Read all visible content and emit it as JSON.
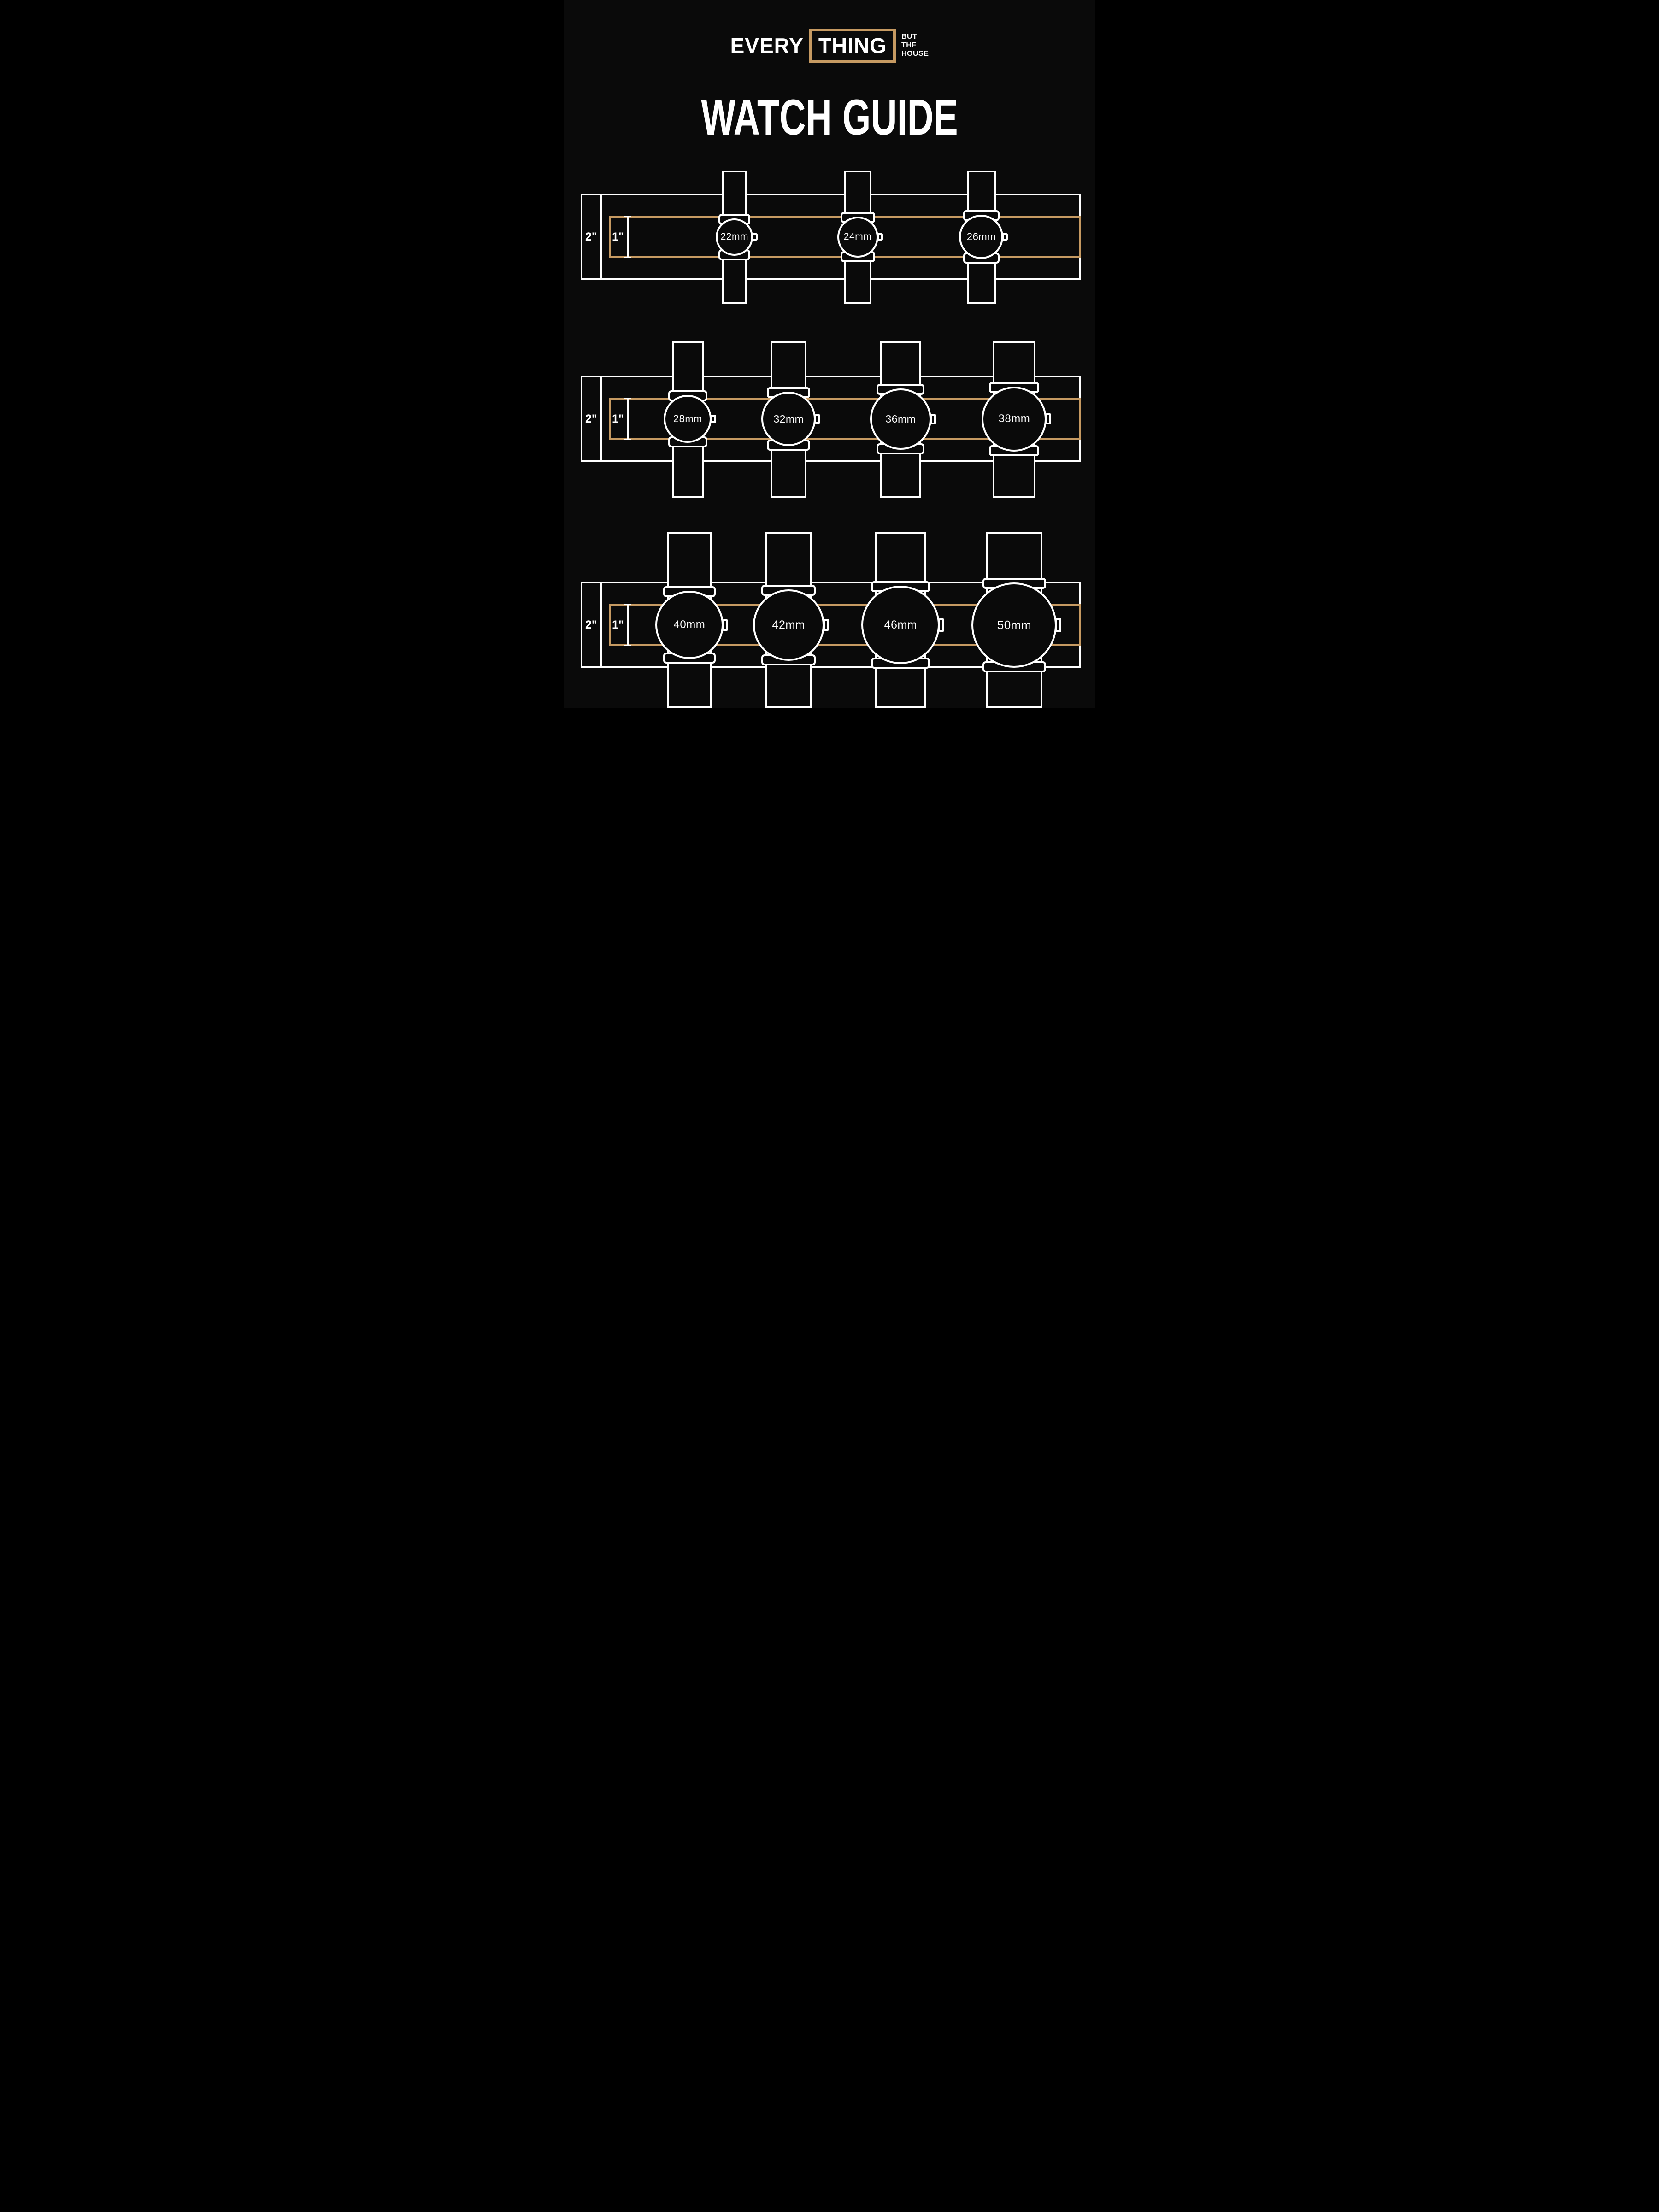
{
  "colors": {
    "background": "#0a0a0a",
    "accent_tan": "#C69A62",
    "line_white": "#FFFFFF"
  },
  "header": {
    "logo": {
      "every": "EVERY",
      "thing": "THING",
      "but": "BUT",
      "the": "THE",
      "house": "HOUSE"
    },
    "title": "WATCH GUIDE"
  },
  "rows": [
    {
      "outer_band_label": "2\"",
      "inner_band_label": "1\"",
      "watches": [
        {
          "label": "22mm",
          "size_mm": 22,
          "x_pct": 32.1
        },
        {
          "label": "24mm",
          "size_mm": 24,
          "x_pct": 55.3
        },
        {
          "label": "26mm",
          "size_mm": 26,
          "x_pct": 78.6
        }
      ]
    },
    {
      "outer_band_label": "2\"",
      "inner_band_label": "1\"",
      "watches": [
        {
          "label": "28mm",
          "size_mm": 28,
          "x_pct": 23.3
        },
        {
          "label": "32mm",
          "size_mm": 32,
          "x_pct": 42.3
        },
        {
          "label": "36mm",
          "size_mm": 36,
          "x_pct": 63.4
        },
        {
          "label": "38mm",
          "size_mm": 38,
          "x_pct": 84.8
        }
      ]
    },
    {
      "outer_band_label": "2\"",
      "inner_band_label": "1\"",
      "watches": [
        {
          "label": "40mm",
          "size_mm": 40,
          "x_pct": 23.6
        },
        {
          "label": "42mm",
          "size_mm": 42,
          "x_pct": 42.3
        },
        {
          "label": "46mm",
          "size_mm": 46,
          "x_pct": 63.4
        },
        {
          "label": "50mm",
          "size_mm": 50,
          "x_pct": 84.8
        }
      ]
    }
  ]
}
